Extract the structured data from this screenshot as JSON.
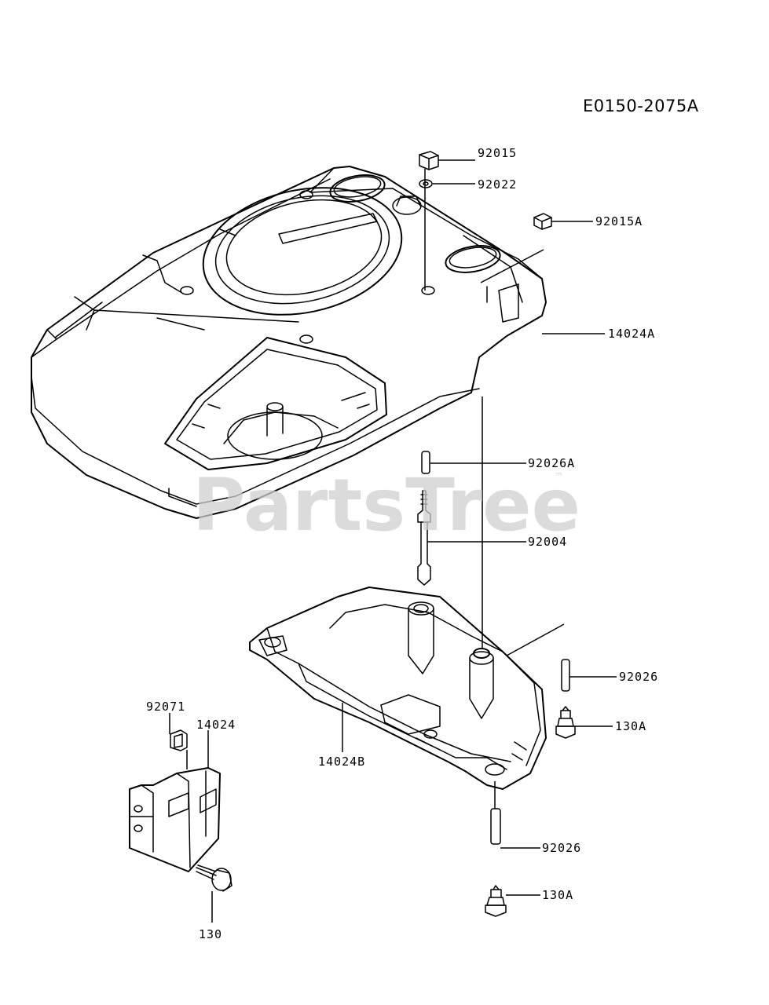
{
  "diagram": {
    "code": "E0150-2075A",
    "watermark": "PartsTree",
    "trademark": "™"
  },
  "parts": [
    {
      "id": "92015",
      "label": "92015"
    },
    {
      "id": "92022",
      "label": "92022"
    },
    {
      "id": "92015A",
      "label": "92015A"
    },
    {
      "id": "14024A",
      "label": "14024A"
    },
    {
      "id": "92026A",
      "label": "92026A"
    },
    {
      "id": "92004",
      "label": "92004"
    },
    {
      "id": "92026-upper",
      "label": "92026"
    },
    {
      "id": "130A-upper",
      "label": "130A"
    },
    {
      "id": "14024B",
      "label": "14024B"
    },
    {
      "id": "92071",
      "label": "92071"
    },
    {
      "id": "14024",
      "label": "14024"
    },
    {
      "id": "92026-lower",
      "label": "92026"
    },
    {
      "id": "130A-lower",
      "label": "130A"
    },
    {
      "id": "130",
      "label": "130"
    }
  ]
}
